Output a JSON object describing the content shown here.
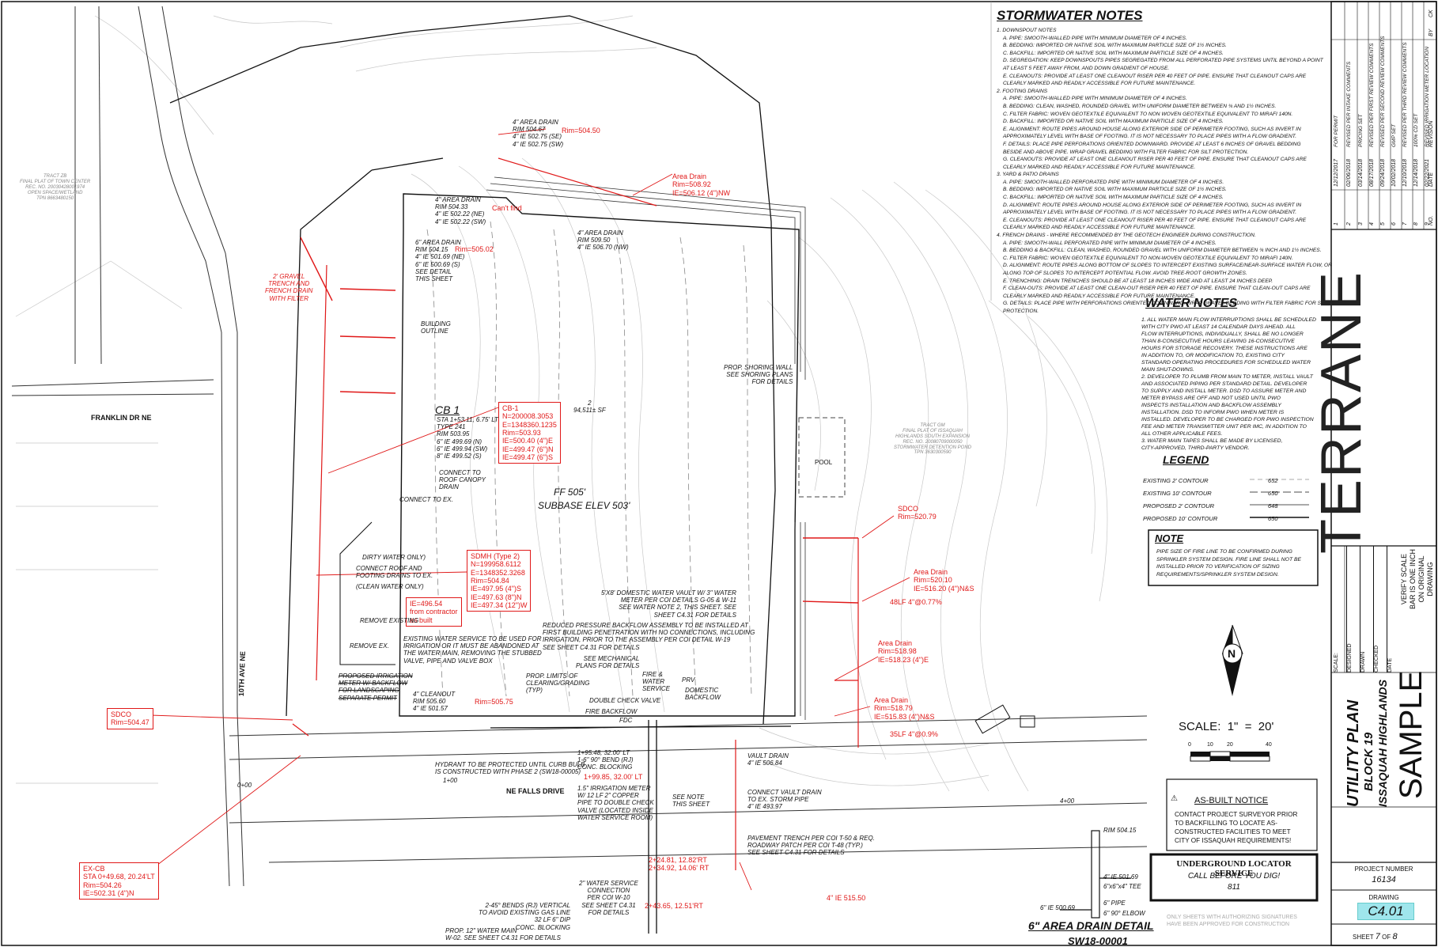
{
  "stormwater": {
    "title": "STORMWATER NOTES",
    "lines": [
      "1. DOWNSPOUT NOTES",
      "A. PIPE: SMOOTH-WALLED PIPE WITH MINIMUM DIAMETER OF 4 INCHES.",
      "B. BEDDING: IMPORTED OR NATIVE SOIL WITH MAXIMUM PARTICLE SIZE OF 1½ INCHES.",
      "C. BACKFILL: IMPORTED OR NATIVE SOIL WITH MAXIMUM PARTICLE SIZE OF 4 INCHES.",
      "D. SEGREGATION: KEEP DOWNSPOUTS PIPES SEGREGATED FROM ALL PERFORATED PIPE SYSTEMS UNTIL BEYOND A POINT",
      "AT LEAST 5 FEET AWAY FROM, AND DOWN GRADIENT OF HOUSE.",
      "E. CLEANOUTS: PROVIDE AT LEAST ONE CLEANOUT RISER PER 40 FEET OF PIPE. ENSURE THAT CLEANOUT CAPS ARE",
      "CLEARLY MARKED AND READILY ACCESSIBLE FOR FUTURE MAINTENANCE.",
      "2. FOOTING DRAINS",
      "A. PIPE: SMOOTH-WALLED PIPE WITH MINIMUM DIAMETER OF 4 INCHES.",
      "B. BEDDING: CLEAN, WASHED, ROUNDED GRAVEL WITH UNIFORM DIAMETER BETWEEN ¾ AND 1½ INCHES.",
      "C. FILTER FABRIC: WOVEN GEOTEXTILE EQUIVALENT TO NON WOVEN GEOTEXTILE EQUIVALENT TO MIRAFI 140N.",
      "D. BACKFILL: IMPORTED OR NATIVE SOIL WITH MAXIMUM PARTICLE SIZE OF 4 INCHES.",
      "E. ALIGNMENT: ROUTE PIPES AROUND HOUSE ALONG EXTERIOR SIDE OF PERIMETER FOOTING, SUCH AS INVERT IN",
      "APPROXIMATELY LEVEL WITH BASE OF FOOTING. IT IS NOT NECESSARY TO PLACE PIPES WITH A FLOW GRADIENT.",
      "F. DETAILS: PLACE PIPE PERFORATIONS ORIENTED DOWNWARD. PROVIDE AT LEAST 6 INCHES OF GRAVEL BEDDING",
      "BESIDE AND ABOVE PIPE. WRAP GRAVEL BEDDING WITH FILTER FABRIC FOR SILT PROTECTION.",
      "G. CLEANOUTS: PROVIDE AT LEAST ONE CLEANOUT RISER PER 40 FEET OF PIPE. ENSURE THAT CLEANOUT CAPS ARE",
      "CLEARLY MARKED AND READILY ACCESSIBLE FOR FUTURE MAINTENANCE.",
      "3. YARD & PATIO DRAINS",
      "A. PIPE: SMOOTH-WALLED PERFORATED PIPE WITH MINIMUM DIAMETER OF 4 INCHES.",
      "B. BEDDING: IMPORTED OR NATIVE SOIL WITH MAXIMUM PARTICLE SIZE OF 1½ INCHES.",
      "C. BACKFILL: IMPORTED OR NATIVE SOIL WITH MAXIMUM PARTICLE SIZE OF 4 INCHES.",
      "D. ALIGNMENT: ROUTE PIPES AROUND HOUSE ALONG EXTERIOR SIDE OF PERIMETER FOOTING, SUCH AS INVERT IN",
      "APPROXIMATELY LEVEL WITH BASE OF FOOTING. IT IS NOT NECESSARY TO PLACE PIPES WITH A FLOW GRADIENT.",
      "E. CLEANOUTS: PROVIDE AT LEAST ONE CLEANOUT RISER PER 40 FEET OF PIPE. ENSURE THAT CLEANOUT CAPS ARE",
      "CLEARLY MARKED AND READILY ACCESSIBLE FOR FUTURE MAINTENANCE.",
      "4. FRENCH DRAINS - WHERE RECOMMENDED BY THE GEOTECH ENGINEER DURING CONSTRUCTION.",
      "A. PIPE: SMOOTH-WALL PERFORATED PIPE WITH MINIMUM DIAMETER OF 4 INCHES.",
      "B. BEDDING & BACKFILL: CLEAN, WASHED, ROUNDED GRAVEL WITH UNIFORM DIAMETER BETWEEN ¾ INCH AND 1½ INCHES.",
      "C. FILTER FABRIC: WOVEN GEOTEXTILE EQUIVALENT TO NON-WOVEN GEOTEXTILE EQUIVALENT TO MIRAFI 140N.",
      "D. ALIGNMENT: ROUTE PIPES ALONG BOTTOM OF SLOPES TO INTERCEPT EXISTING SURFACE/NEAR-SURFACE WATER FLOW, OR",
      "ALONG TOP OF SLOPES TO INTERCEPT POTENTIAL FLOW. AVOID TREE-ROOT GROWTH ZONES.",
      "E. TRENCHING: DRAIN TRENCHES SHOULD BE AT LEAST 18 INCHES WIDE AND AT LEAST 24 INCHES DEEP.",
      "F. CLEAN-OUTS: PROVIDE AT LEAST ONE CLEAN-OUT RISER PER 40 FEET OF PIPE. ENSURE THAT CLEAN-OUT CAPS ARE",
      "CLEARLY MARKED AND READILY ACCESSIBLE FOR FUTURE MAINTENANCE.",
      "G. DETAILS: PLACE PIPE WITH PERFORATIONS ORIENTED DOWNWARD. WRAP GRAVEL BEDDING WITH FILTER FABRIC FOR SILT",
      "PROTECTION."
    ]
  },
  "water": {
    "title": "WATER NOTES",
    "lines": [
      "1.  ALL WATER MAIN FLOW INTERRUPTIONS SHALL BE SCHEDULED",
      "     WITH CITY PWO AT LEAST 14 CALENDAR DAYS AHEAD. ALL",
      "     FLOW INTERRUPTIONS, INDIVIDUALLY, SHALL BE NO LONGER",
      "     THAN 8-CONSECUTIVE HOURS LEAVING 16-CONSECUTIVE",
      "     HOURS FOR STORAGE RECOVERY. THESE INSTRUCTIONS ARE",
      "     IN ADDITION TO, OR MODIFICATION TO, EXISTING CITY",
      "     STANDARD OPERATING PROCEDURES FOR SCHEDULED WATER",
      "     MAIN SHUT-DOWNS.",
      "2.  DEVELOPER TO PLUMB FROM MAIN TO METER, INSTALL VAULT",
      "     AND ASSOCIATED PIPING PER STANDARD DETAIL. DEVELOPER",
      "     TO SUPPLY AND INSTALL METER. DSD TO ASSURE METER AND",
      "     METER BYPASS ARE OFF AND NOT USED UNTIL PWO",
      "     INSPECTS INSTALLATION AND BACKFLOW ASSEMBLY",
      "     INSTALLATION. DSD TO INFORM PWO WHEN METER IS",
      "     INSTALLED. DEVELOPER TO BE CHARGED FOR PWO INSPECTION",
      "     FEE AND METER TRANSMITTER UNIT PER IMC, IN ADDITION TO",
      "     ALL OTHER APPLICABLE FEES.",
      "3.  WATER MAIN TAPES SHALL BE MADE BY LICENSED,",
      "     CITY-APPROVED, THIRD-PARTY VENDOR."
    ]
  },
  "legend": {
    "title": "LEGEND",
    "items": [
      {
        "label": "EXISTING 2' CONTOUR",
        "val": "652"
      },
      {
        "label": "EXISTING 10' CONTOUR",
        "val": "650"
      },
      {
        "label": "PROPOSED 2' CONTOUR",
        "val": "648"
      },
      {
        "label": "PROPOSED 10' CONTOUR",
        "val": "650"
      }
    ]
  },
  "note": {
    "title": "NOTE",
    "text": "PIPE SIZE OF FIRE LINE TO BE CONFIRMED DURING\nSPRINKLER SYSTEM DESIGN. FIRE LINE SHALL NOT BE\nINSTALLED PRIOR TO VERIFICATION OF SIZING\nREQUIREMENTS/SPRINKLER SYSTEM DESIGN."
  },
  "scale": {
    "text": "SCALE:  1\"  =  20'",
    "ticks": [
      "0",
      "10",
      "20",
      "40"
    ]
  },
  "asbuilt": {
    "title": "AS-BUILT NOTICE",
    "text": "CONTACT PROJECT SURVEYOR PRIOR\nTO BACKFILLING TO LOCATE AS-\nCONSTRUCTED FACILITIES TO MEET\nCITY OF ISSAQUAH REQUIREMENTS!"
  },
  "locator": {
    "title": "UNDERGROUND LOCATOR SERVICE",
    "sub": "CALL BEFORE YOU DIG!",
    "num": "811"
  },
  "detail": {
    "title": "6\" AREA DRAIN DETAIL",
    "labels": [
      "RIM 504.15",
      "4\" IE 501.69",
      "6\"x6\"x4\" TEE",
      "6\" PIPE",
      "6\" 90° ELBOW",
      "6\" IE 500.69"
    ]
  },
  "permit": "SW18-00001",
  "disclaimer": "ONLY SHEETS WITH AUTHORIZING SIGNATURES\nHAVE BEEN APPROVED FOR CONSTRUCTION",
  "titleblock": {
    "revisions": [
      {
        "no": "1",
        "date": "12/12/2017",
        "rev": "FOR PERMIT"
      },
      {
        "no": "2",
        "date": "02/06/2018",
        "rev": "REVISED PER INTAKE COMMENTS"
      },
      {
        "no": "3",
        "date": "03/14/2018",
        "rev": "PRICING SET"
      },
      {
        "no": "4",
        "date": "08/17/2018",
        "rev": "REVISED PER FIRST REVIEW COMMENTS"
      },
      {
        "no": "5",
        "date": "09/24/2018",
        "rev": "REVISED PER SECOND REVIEW COMMENTS"
      },
      {
        "no": "6",
        "date": "10/02/2018",
        "rev": "GMP SET"
      },
      {
        "no": "7",
        "date": "12/10/2018",
        "rev": "REVISED PER THIRD REVIEW COMMENTS"
      },
      {
        "no": "8",
        "date": "12/14/2018",
        "rev": "100% CD SET"
      },
      {
        "no": "9",
        "date": "02/22/2021",
        "rev": "REVISED IRRIGATION METER LOCATION"
      }
    ],
    "hdr_no": "NO.",
    "hdr_date": "DATE",
    "hdr_rev": "REVISION",
    "hdr_by": "BY",
    "hdr_ck": "CK",
    "brand": "TERRANE",
    "fields": [
      "SCALE:",
      "DESIGNED",
      "DRAWN",
      "CHECKED",
      "DATE"
    ],
    "verify": "VERIFY SCALE\nBAR IS ONE INCH\nON ORIGINAL\nDRAWING",
    "plan_title": "UTILITY PLAN",
    "plan_sub1": "BLOCK 19",
    "plan_sub2": "ISSAQUAH HIGHLANDS",
    "stamp": "SAMPLE",
    "project_label": "PROJECT NUMBER",
    "project_number": "16134",
    "drawing_label": "DRAWING",
    "drawing": "C4.01",
    "sheet_label": "SHEET",
    "sheet": "7",
    "of_label": "OF",
    "total": "8"
  },
  "plan": {
    "street1": "FRANKLIN DR NE",
    "street2": "NE FALLS DRIVE",
    "street3": "10TH AVE NE",
    "ff": "FF 505'",
    "subbase": "SUBBASE ELEV 503'",
    "pool": "POOL",
    "sf": "2\n94,511± SF",
    "cb1": "CB 1",
    "cb1_black": "STA 1+53.11, 6.75' LT\nTYPE 241\nRIM 503.95\n6\" IE 499.69 (N)\n6\" IE 499.94 (SW)\n8\" IE 499.52 (S)",
    "cb1_red": "CB-1\nN=200008.3053\nE=1348360.1235\nRim=503.93\nIE=500.40 (4\")E\nIE=499.47 (6\")N\nIE=499.47 (6\")S",
    "sdmh": "SDMH (Type 2)\nN=199958.6112\nE=1348352.3268\nRim=504.84\nIE=497.95 (4\")S\nIE=497.63 (8\")N\nIE=497.34 (12\")W",
    "ie_contractor": "IE=496.54\nfrom contractor\nas built",
    "sdco_left": "SDCO\nRim=504.47",
    "excb": "EX-CB\nSTA 0+49.68, 20.24'LT\nRim=504.26\nIE=502.31 (4\")N",
    "sdco_right": "SDCO\nRim=520.79",
    "ad_r1": "Area Drain\nRim=520.10\nIE=516.20 (4\")N&S",
    "ad_r2": "Area Drain\nRim=518.98\nIE=518.23 (4\")E",
    "ad_r3": "Area Drain\nRim=518.79\nIE=515.83 (4\")N&S",
    "ad_top": "Area Drain\nRim=508.92\nIE=506.12 (4\")NW",
    "rim_top": "Rim=504.50",
    "cant_find": "Can't find",
    "rim_505": "Rim=505.02",
    "rim_cleanout": "Rim=505.75",
    "lf48": "48LF 4\"@0.77%",
    "lf35": "35LF 4\"@0.9%",
    "ie51550": "4\" IE 515.50",
    "ad4_top": "4\" AREA DRAIN\nRIM 504.67\n4\" IE 502.75 (SE)\n4\" IE 502.75 (SW)",
    "ad4_left": "4\" AREA DRAIN\nRIM 504.33\n4\" IE 502.22 (NE)\n4\" IE 502.22 (SW)",
    "ad6_left": "6\" AREA DRAIN\nRIM 504.15\n4\" IE 501.69 (NE)\n6\" IE 500.69 (S)\nSEE DETAIL\nTHIS SHEET",
    "ad4_mid": "4\" AREA DRAIN\nRIM 509.50\n4\" IE 506.70 (NW)",
    "cleanout": "4\" CLEANOUT\nRIM 505.60\n4\" IE 501.57",
    "water_vault": "5'X8' DOMESTIC WATER VAULT W/ 3\" WATER\nMETER PER COI DETAILS G-05 & W-11\nSEE WATER NOTE 2, THIS SHEET. SEE\nSHEET C4.31 FOR DETAILS",
    "backflow": "REDUCED PRESSURE BACKFLOW ASSEMBLY TO BE INSTALLED AT\nFIRST BUILDING PENETRATION WITH NO CONNECTIONS, INCLUDING\nIRRIGATION, PRIOR TO THE ASSEMBLY PER COI DETAIL W-19\nSEE SHEET C4.31 FOR DETAILS",
    "existing_water": "EXISTING WATER SERVICE TO BE USED FOR\nIRRIGATION OR IT MUST BE ABANDONED AT\nTHE WATER MAIN, REMOVING THE STUBBED\nVALVE, PIPE AND VALVE BOX",
    "hydrant": "HYDRANT TO BE PROTECTED UNTIL CURB BULB\nIS CONSTRUCTED WITH PHASE 2 (SW18-00005)",
    "shoring": "PROP. SHORING WALL\nSEE SHORING PLANS\nFOR DETAILS",
    "gravel": "2' GRAVEL\nTRENCH AND\nFRENCH DRAIN\nWITH FILTER",
    "building_outline": "BUILDING\nOUTLINE",
    "roof_canopy": "CONNECT TO\nROOF CANOPY\nDRAIN",
    "dirty_water": "DIRTY WATER ONLY)",
    "connect_roof": "CONNECT ROOF AND\nFOOTING DRAINS TO EX.",
    "clean_water": "(CLEAN WATER ONLY)",
    "mech": "SEE MECHANICAL\nPLANS FOR DETAILS",
    "limits": "PROP. LIMITS OF\nCLEARING/GRADING\n(TYP)",
    "fire": "FIRE &\nWATER\nSERVICE",
    "prv": "PRV",
    "dom_back": "DOMESTIC\nBACKFLOW",
    "dbl_check": "DOUBLE CHECK VALVE",
    "fire_back": "FIRE BACKFLOW",
    "fdc": "FDC",
    "irr_meter": "1.5\" IRRIGATION METER\nW/ 12 LF 2\" COPPER\nPIPE TO DOUBLE CHECK\nVALVE (LOCATED INSIDE\nWATER SERVICE ROOM)",
    "see_note": "SEE NOTE\nTHIS SHEET",
    "vault_drain": "VAULT DRAIN\n4\" IE 506.84",
    "connect_vault": "CONNECT VAULT DRAIN\nTO EX. STORM PIPE\n4\" IE 493.97",
    "pavement": "PAVEMENT TRENCH PER COI T-50 & REQ.\nROADWAY PATCH PER COI T-48 (TYP.)\nSEE SHEET C4.31 FOR DETAILS",
    "service_conn": "2\" WATER SERVICE\nCONNECTION\nPER COI W-10\nSEE SHEET C4.31\nFOR DETAILS",
    "prop_water": "PROP. 12\" WATER MAIN\nW-02. SEE SHEET C4.31 FOR DETAILS",
    "gas_line": "2-45° BENDS (RJ) VERTICAL\nTO AVOID EXISTING GAS LINE\n32 LF 6\" DIP\nCONC. BLOCKING",
    "sta_black": "1+95.48, 32.00' LT\n1-6\" 90° BEND (RJ)\nCONC. BLOCKING",
    "sta_red1": "1+99.85, 32.00' LT",
    "sta_red2": "2+24.81, 12.82'RT\n2+34.92, 14.06' RT",
    "sta_red3": "2+43.65, 12.51'RT",
    "tract": "TRACT ZB\nFINAL PLAT OF TOWN CENTER\nREC. NO. 20030428001974\nOPEN SPACE/WETLAND\nTPN 8663480150",
    "tract_right": "TRACT GM\nFINAL PLAT OF ISSAQUAH\nHIGHLANDS SOUTH EXPANSION\nREC. NO. 20080709000050\nSTORMWATER DETENTION POND\nTPN 3630300590",
    "station_0": "0+00",
    "station_1": "1+00",
    "station_4": "4+00",
    "remove_ex": "REMOVE EX.",
    "remove_existing": "REMOVE EXISTING",
    "connect_ex2": "CONNECT TO EX.",
    "proposed_irr": "PROPOSED IRRIGATION\nMETER W/ BACKFLOW\nFOR LANDSCAPING\nSEPARATE PERMIT"
  }
}
